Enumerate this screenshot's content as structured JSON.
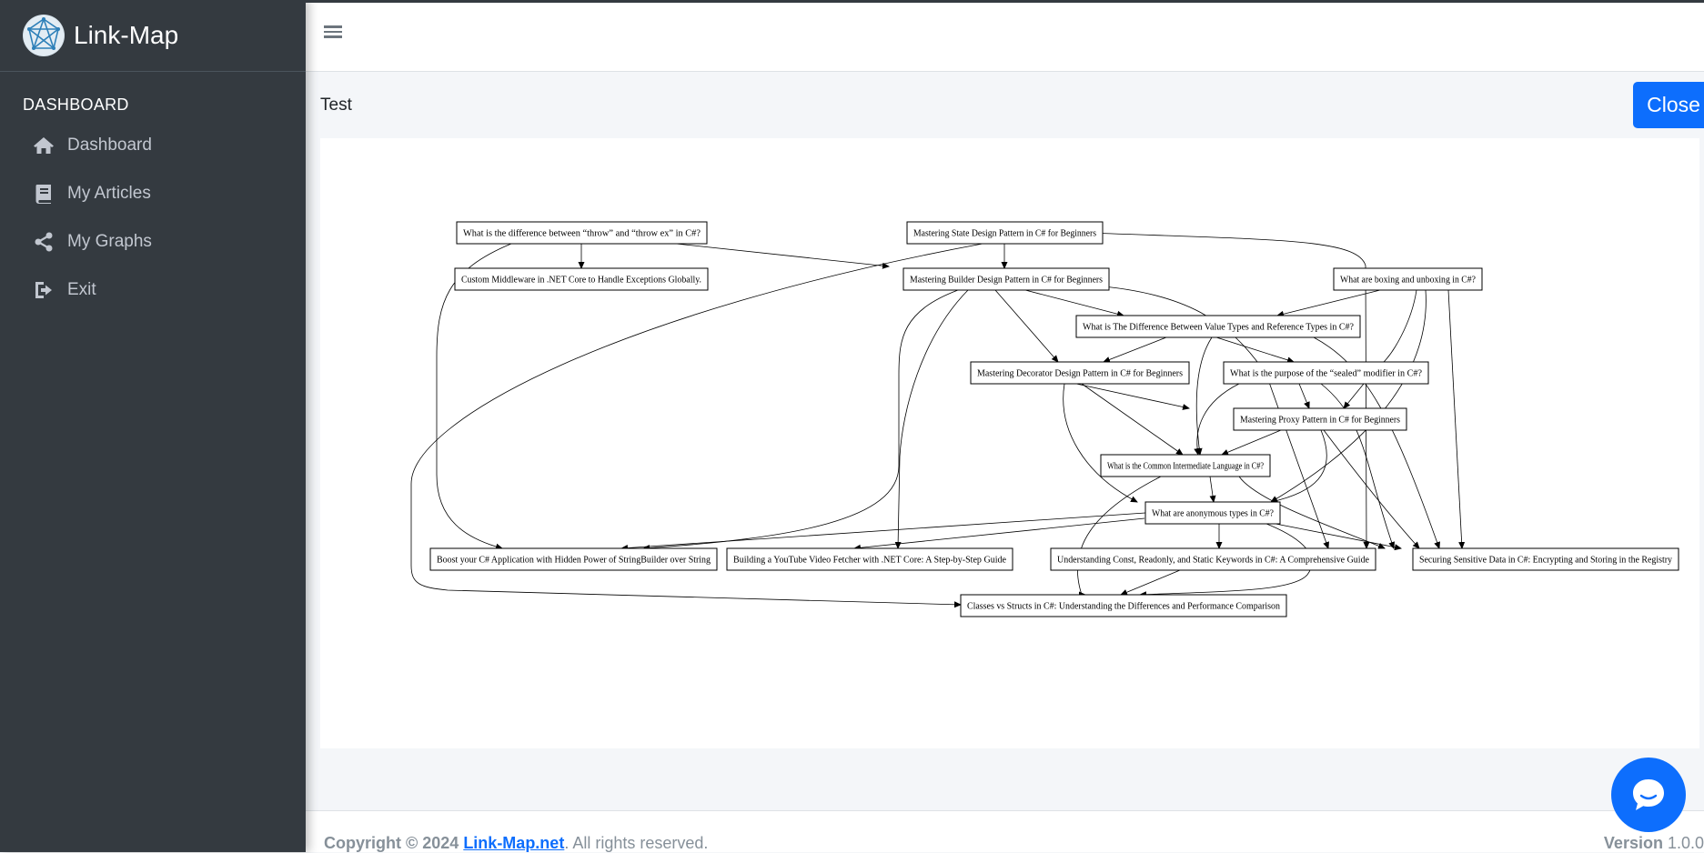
{
  "app": {
    "name": "Link-Map"
  },
  "sidebar": {
    "header": "DASHBOARD",
    "items": [
      {
        "label": "Dashboard",
        "icon": "home-icon"
      },
      {
        "label": "My Articles",
        "icon": "book-icon"
      },
      {
        "label": "My Graphs",
        "icon": "share-icon"
      },
      {
        "label": "Exit",
        "icon": "sign-out-icon"
      }
    ]
  },
  "page": {
    "title": "Test",
    "close_label": "Close"
  },
  "graph": {
    "nodes": [
      "What is the difference between “throw” and “throw ex” in C#?",
      "Mastering State Design Pattern in C# for Beginners",
      "Custom Middleware in .NET Core to Handle Exceptions Globally.",
      "Mastering Builder Design Pattern in C# for Beginners",
      "What are boxing and unboxing in C#?",
      "What is The Difference Between Value Types and Reference Types in C#?",
      "Mastering Decorator Design Pattern in C# for Beginners",
      "What is the purpose of the “sealed” modifier in C#?",
      "Mastering Proxy Pattern in C# for Beginners",
      "What is the Common Intermediate Language in C#?",
      "What are anonymous types in C#?",
      "Boost your C# Application with Hidden Power of StringBuilder over String",
      "Building a YouTube Video Fetcher with .NET Core: A Step-by-Step Guide",
      "Understanding Const, Readonly, and Static Keywords in C#: A Comprehensive Guide",
      "Securing Sensitive Data in C#: Encrypting and Storing in the Registry",
      "Classes vs Structs in C#: Understanding the Differences and Performance Comparison"
    ]
  },
  "footer": {
    "copyright_prefix": "Copyright © 2024 ",
    "site_link": "Link-Map.net",
    "suffix": ". All rights reserved.",
    "version_label": "Version",
    "version_value": " 1.0.0"
  },
  "colors": {
    "sidebar_bg": "#343a40",
    "primary": "#0d6efd",
    "content_bg": "#f4f6f9"
  }
}
